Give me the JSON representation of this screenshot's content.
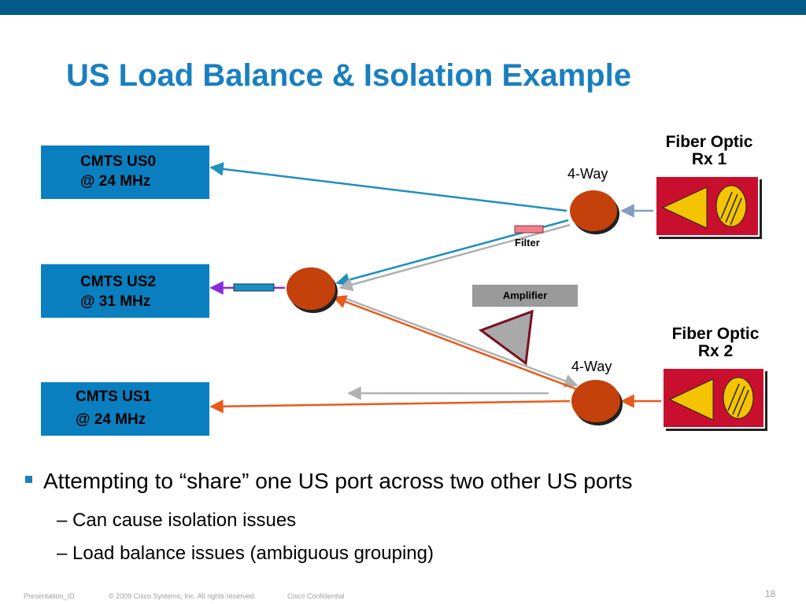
{
  "title": "US Load Balance & Isolation Example",
  "cmts": [
    {
      "line1": "CMTS US0",
      "line2": "@ 24 MHz"
    },
    {
      "line1": "CMTS US2",
      "line2": "@ 31 MHz"
    },
    {
      "line1": "CMTS US1",
      "line2": "@ 24 MHz"
    }
  ],
  "splitters": {
    "top": "4-Way",
    "bottom": "4-Way"
  },
  "fiber_optic": [
    {
      "line1": "Fiber Optic",
      "line2": "Rx 1"
    },
    {
      "line1": "Fiber Optic",
      "line2": "Rx 2"
    }
  ],
  "filter_label": "Filter",
  "amplifier_label": "Amplifier",
  "bullets": {
    "main": "Attempting to “share” one US port across two other US ports",
    "sub": [
      "– Can cause isolation issues",
      "– Load balance issues (ambiguous grouping)"
    ]
  },
  "footer": {
    "presentation_id": "Presentation_ID",
    "copyright": "© 2009 Cisco Systems, Inc. All rights reserved.",
    "confidential": "Cisco Confidential",
    "page": "18"
  },
  "colors": {
    "accent": "#1a7fbf",
    "cmts_box": "#0a7fbf",
    "splitter": "#c4410c",
    "fiber_box": "#c8102e",
    "blue_line": "#1f8fbf",
    "orange_line": "#e85a1a",
    "gray_line": "#b0b0b0",
    "purple_line": "#8a2be2"
  }
}
